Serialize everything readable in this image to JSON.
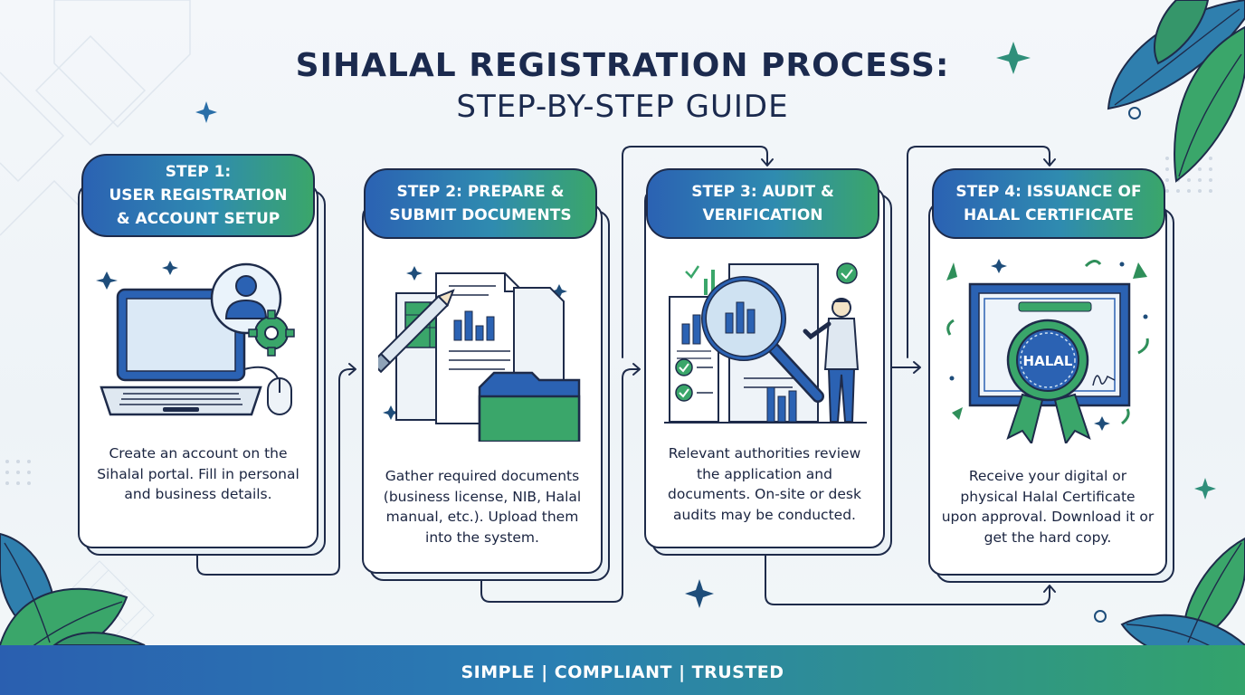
{
  "title": "SIHALAL REGISTRATION PROCESS:",
  "subtitle": "STEP-BY-STEP GUIDE",
  "steps": [
    {
      "heading": "STEP 1:\nUSER REGISTRATION\n& ACCOUNT SETUP",
      "description": "Create an account on the Sihalal portal. Fill in personal and business details.",
      "icon": "laptop-user-gear-icon"
    },
    {
      "heading": "STEP 2: PREPARE &\nSUBMIT DOCUMENTS",
      "description": "Gather required documents (business license, NIB, Halal manual, etc.). Upload them into the system.",
      "icon": "documents-folder-icon"
    },
    {
      "heading": "STEP 3: AUDIT &\nVERIFICATION",
      "description": "Relevant authorities review the application and documents. On-site or desk audits may be conducted.",
      "icon": "audit-magnifier-icon"
    },
    {
      "heading": "STEP 4: ISSUANCE OF\nHALAL CERTIFICATE",
      "description": "Receive your digital or physical Halal Certificate upon approval. Download it or get the hard copy.",
      "icon": "certificate-seal-icon"
    }
  ],
  "certificate_seal_text": "HALAL",
  "footer": "SIMPLE | COMPLIANT | TRUSTED",
  "colors": {
    "navy": "#1b2a4e",
    "blue": "#2b62b3",
    "green": "#3aa66a",
    "leaf": "#2f8f5a"
  }
}
